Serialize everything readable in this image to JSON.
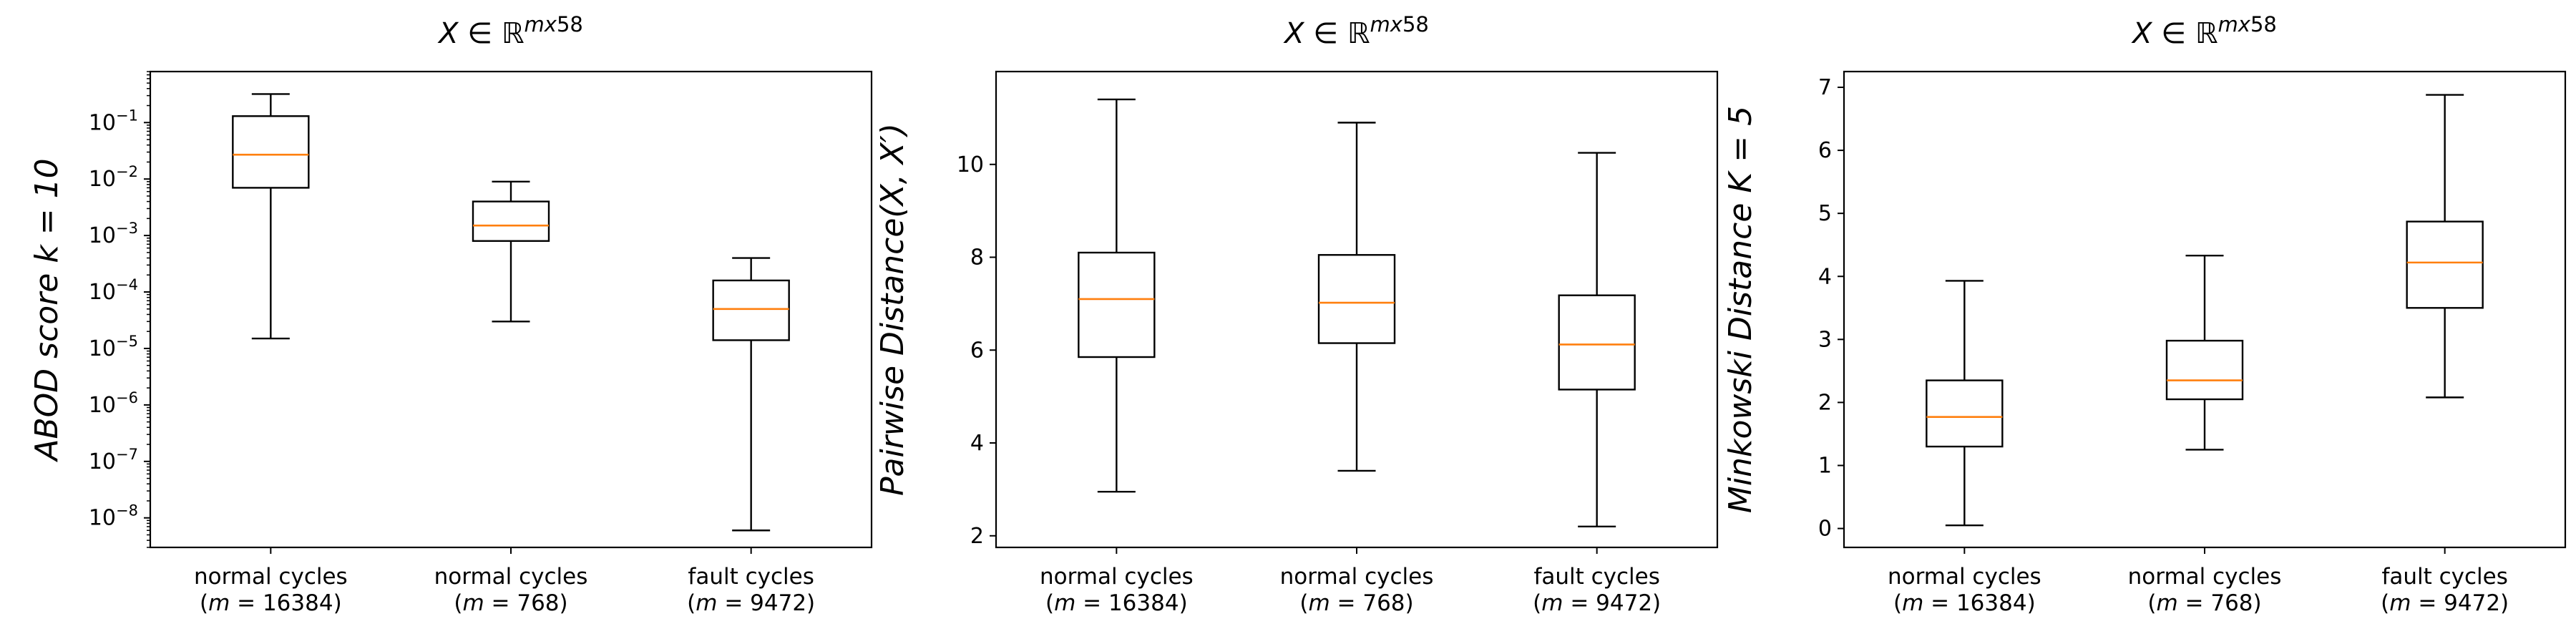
{
  "chart_data": [
    {
      "type": "box",
      "title": "X ∈ ℝ^{mx58}",
      "ylabel": "ABOD score k = 10",
      "yscale": "log",
      "ylim": [
        3e-09,
        0.8
      ],
      "yticks": [
        1e-08,
        1e-07,
        1e-06,
        1e-05,
        0.0001,
        0.001,
        0.01,
        0.1
      ],
      "ytick_labels": [
        {
          "base": "10",
          "exp": "−8"
        },
        {
          "base": "10",
          "exp": "−7"
        },
        {
          "base": "10",
          "exp": "−6"
        },
        {
          "base": "10",
          "exp": "−5"
        },
        {
          "base": "10",
          "exp": "−4"
        },
        {
          "base": "10",
          "exp": "−3"
        },
        {
          "base": "10",
          "exp": "−2"
        },
        {
          "base": "10",
          "exp": "−1"
        }
      ],
      "categories": [
        {
          "line1": "normal cycles",
          "line2": "(m = 16384)"
        },
        {
          "line1": "normal cycles",
          "line2": "(m = 768)"
        },
        {
          "line1": "fault cycles",
          "line2": "(m = 9472)"
        }
      ],
      "boxes": [
        {
          "whislo": 1.5e-05,
          "q1": 0.007,
          "med": 0.027,
          "q3": 0.13,
          "whishi": 0.32
        },
        {
          "whislo": 3e-05,
          "q1": 0.0008,
          "med": 0.0015,
          "q3": 0.004,
          "whishi": 0.009
        },
        {
          "whislo": 6e-09,
          "q1": 1.4e-05,
          "med": 5e-05,
          "q3": 0.00016,
          "whishi": 0.0004
        }
      ]
    },
    {
      "type": "box",
      "title": "X ∈ ℝ^{mx58}",
      "ylabel": "Pairwise Distance(X, X′)",
      "yscale": "linear",
      "ylim": [
        1.75,
        12.0
      ],
      "yticks": [
        2,
        4,
        6,
        8,
        10
      ],
      "ytick_labels": [
        "2",
        "4",
        "6",
        "8",
        "10"
      ],
      "categories": [
        {
          "line1": "normal cycles",
          "line2": "(m = 16384)"
        },
        {
          "line1": "normal cycles",
          "line2": "(m = 768)"
        },
        {
          "line1": "fault cycles",
          "line2": "(m = 9472)"
        }
      ],
      "boxes": [
        {
          "whislo": 2.95,
          "q1": 5.85,
          "med": 7.1,
          "q3": 8.1,
          "whishi": 11.4
        },
        {
          "whislo": 3.4,
          "q1": 6.15,
          "med": 7.02,
          "q3": 8.05,
          "whishi": 10.9
        },
        {
          "whislo": 2.2,
          "q1": 5.15,
          "med": 6.12,
          "q3": 7.18,
          "whishi": 10.25
        }
      ]
    },
    {
      "type": "box",
      "title": "X ∈ ℝ^{mx58}",
      "ylabel": "Minkowski Distance K = 5",
      "yscale": "linear",
      "ylim": [
        -0.3,
        7.25
      ],
      "yticks": [
        0,
        1,
        2,
        3,
        4,
        5,
        6,
        7
      ],
      "ytick_labels": [
        "0",
        "1",
        "2",
        "3",
        "4",
        "5",
        "6",
        "7"
      ],
      "categories": [
        {
          "line1": "normal cycles",
          "line2": "(m = 16384)"
        },
        {
          "line1": "normal cycles",
          "line2": "(m = 768)"
        },
        {
          "line1": "fault cycles",
          "line2": "(m = 9472)"
        }
      ],
      "boxes": [
        {
          "whislo": 0.05,
          "q1": 1.3,
          "med": 1.77,
          "q3": 2.35,
          "whishi": 3.93
        },
        {
          "whislo": 1.25,
          "q1": 2.05,
          "med": 2.35,
          "q3": 2.98,
          "whishi": 4.33
        },
        {
          "whislo": 2.08,
          "q1": 3.5,
          "med": 4.22,
          "q3": 4.87,
          "whishi": 6.88
        }
      ]
    }
  ],
  "colors": {
    "box": "#000000",
    "median": "#ff7f0e",
    "background": "#ffffff"
  }
}
